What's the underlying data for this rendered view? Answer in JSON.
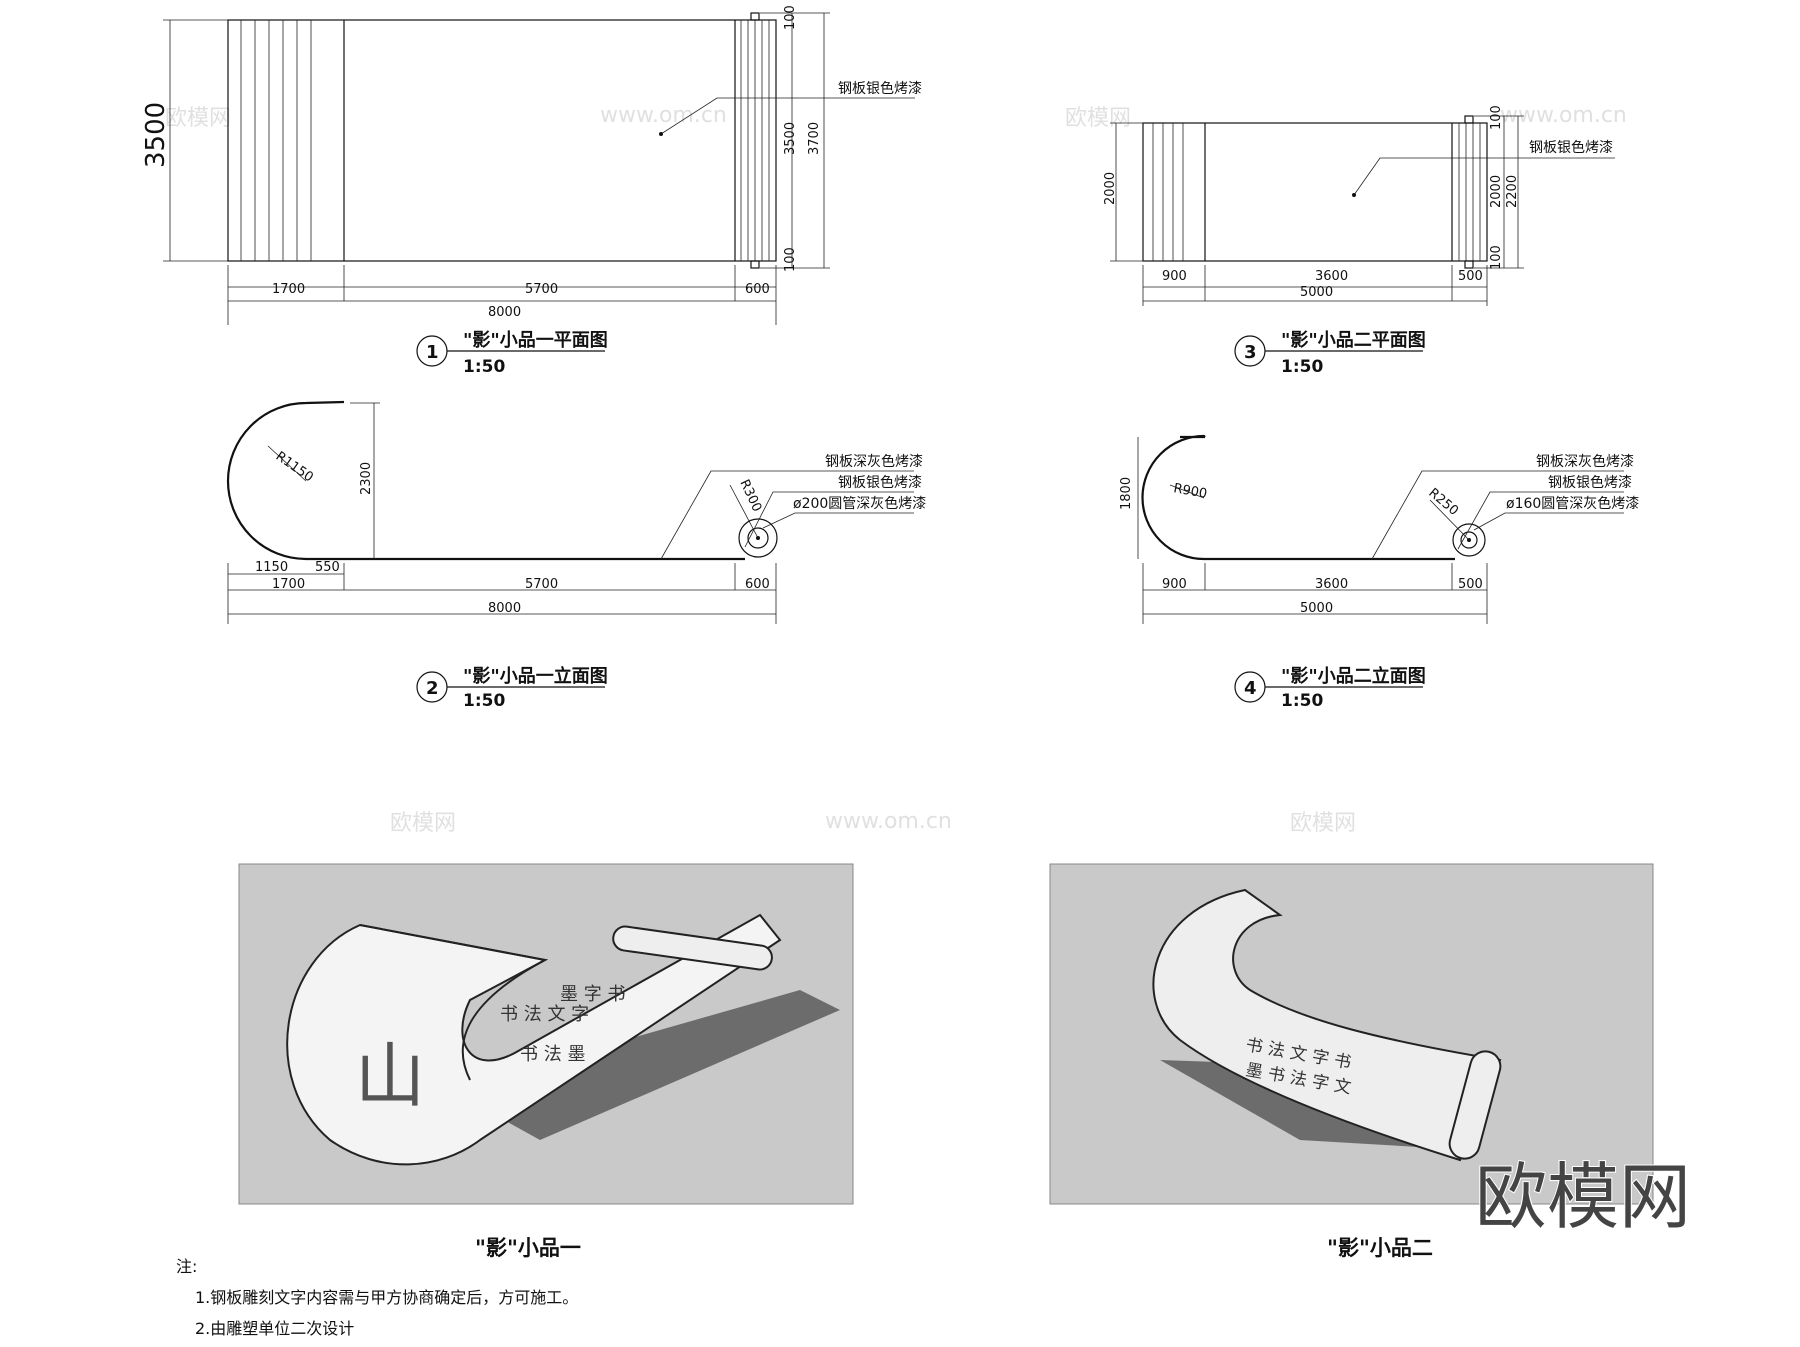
{
  "plan1": {
    "dims": {
      "total_h": "3500",
      "seg1": "1700",
      "seg2": "5700",
      "seg3": "600",
      "total_w": "8000",
      "r_top": "100",
      "r_mid": "3500",
      "r_all": "3700",
      "r_bot": "100"
    },
    "label": "钢板银色烤漆",
    "title_num": "1",
    "title": "\"影\"小品一平面图",
    "scale": "1:50"
  },
  "elev2": {
    "dims": {
      "height": "2300",
      "radius": "R1150",
      "r_roll": "R300",
      "a": "1150",
      "b": "550",
      "seg1": "1700",
      "seg2": "5700",
      "seg3": "600",
      "total": "8000"
    },
    "labels": [
      "钢板深灰色烤漆",
      "钢板银色烤漆",
      "ø200圆管深灰色烤漆"
    ],
    "title_num": "2",
    "title": "\"影\"小品一立面图",
    "scale": "1:50"
  },
  "plan3": {
    "dims": {
      "total_h": "2000",
      "seg1": "900",
      "seg2": "3600",
      "seg3": "500",
      "total_w": "5000",
      "r_top": "100",
      "r_mid": "2000",
      "r_all": "2200",
      "r_bot": "100"
    },
    "label": "钢板银色烤漆",
    "title_num": "3",
    "title": "\"影\"小品二平面图",
    "scale": "1:50"
  },
  "elev4": {
    "dims": {
      "height": "1800",
      "radius": "R900",
      "r_roll": "R250",
      "seg1": "900",
      "seg2": "3600",
      "seg3": "500",
      "total": "5000"
    },
    "labels": [
      "钢板深灰色烤漆",
      "钢板银色烤漆",
      "ø160圆管深灰色烤漆"
    ],
    "title_num": "4",
    "title": "\"影\"小品二立面图",
    "scale": "1:50"
  },
  "renders": [
    {
      "caption": "\"影\"小品一",
      "glyph": "山"
    },
    {
      "caption": "\"影\"小品二"
    }
  ],
  "notes": {
    "heading": "注:",
    "items": [
      "1.钢板雕刻文字内容需与甲方协商确定后，方可施工。",
      "2.由雕塑单位二次设计"
    ]
  },
  "watermark": {
    "logo": "欧模网",
    "url": "www.om.cn"
  }
}
